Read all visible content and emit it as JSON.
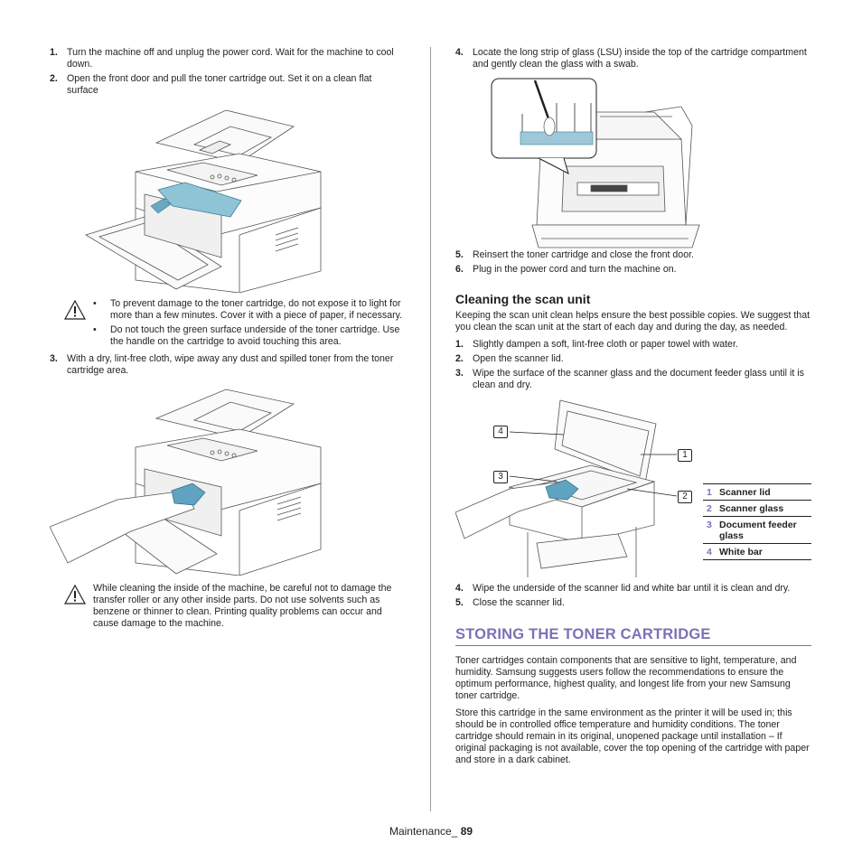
{
  "left": {
    "steps_a": [
      {
        "num": "1.",
        "text": "Turn the machine off and unplug the power cord. Wait for the machine to cool down."
      },
      {
        "num": "2.",
        "text": "Open the front door and pull the toner cartridge out. Set it on a clean flat surface"
      }
    ],
    "caution1": [
      "To prevent damage to the toner cartridge, do not expose it to light for more than a few minutes. Cover it with a piece of paper, if necessary.",
      "Do not touch the green surface underside of the toner cartridge. Use the handle on the cartridge to avoid touching this area."
    ],
    "step3": {
      "num": "3.",
      "text": "With a dry, lint-free cloth, wipe away any dust and spilled toner from the toner cartridge area."
    },
    "caution2": "While cleaning the inside of the machine, be careful not to damage the transfer roller or any other inside parts. Do not use solvents such as benzene or thinner to clean. Printing quality problems can occur and cause damage to the machine."
  },
  "right": {
    "step4": {
      "num": "4.",
      "text": "Locate the long strip of glass (LSU) inside the top of the cartridge compartment and gently clean the glass with a swab."
    },
    "steps_b": [
      {
        "num": "5.",
        "text": "Reinsert the toner cartridge and close the front door."
      },
      {
        "num": "6.",
        "text": "Plug in the power cord and turn the machine on."
      }
    ],
    "scan_heading": "Cleaning the scan unit",
    "scan_intro": "Keeping the scan unit clean helps ensure the best possible copies. We suggest that you clean the scan unit at the start of each day and during the day, as needed.",
    "scan_steps": [
      {
        "num": "1.",
        "text": "Slightly dampen a soft, lint-free cloth or paper towel with water."
      },
      {
        "num": "2.",
        "text": "Open the scanner lid."
      },
      {
        "num": "3.",
        "text": "Wipe the surface of the scanner glass and the document feeder glass until it is clean and dry."
      }
    ],
    "callouts": [
      "4",
      "1",
      "3",
      "2"
    ],
    "legend": [
      {
        "n": "1",
        "label": "Scanner lid"
      },
      {
        "n": "2",
        "label": "Scanner glass"
      },
      {
        "n": "3",
        "label": "Document feeder glass"
      },
      {
        "n": "4",
        "label": "White bar"
      }
    ],
    "scan_steps_b": [
      {
        "num": "4.",
        "text": "Wipe the underside of the scanner lid and white bar until it is clean and dry."
      },
      {
        "num": "5.",
        "text": "Close the scanner lid."
      }
    ],
    "storing_heading": "STORING THE TONER CARTRIDGE",
    "storing_p1": "Toner cartridges contain components that are sensitive to light, temperature, and humidity. Samsung suggests users follow the recommendations to ensure the optimum performance, highest quality, and longest life from your new Samsung toner cartridge.",
    "storing_p2": "Store this cartridge in the same environment as the printer it will be used in; this should be in controlled office temperature and humidity conditions. The toner cartridge should remain in its original, unopened package until installation – If original packaging is not available, cover the top opening of the cartridge with paper and store in a dark cabinet."
  },
  "footer": {
    "section": "Maintenance_ ",
    "page": "89"
  },
  "colors": {
    "accent": "#7a72b5",
    "toner": "#8fc4d6",
    "glove": "#5fa3c0"
  }
}
